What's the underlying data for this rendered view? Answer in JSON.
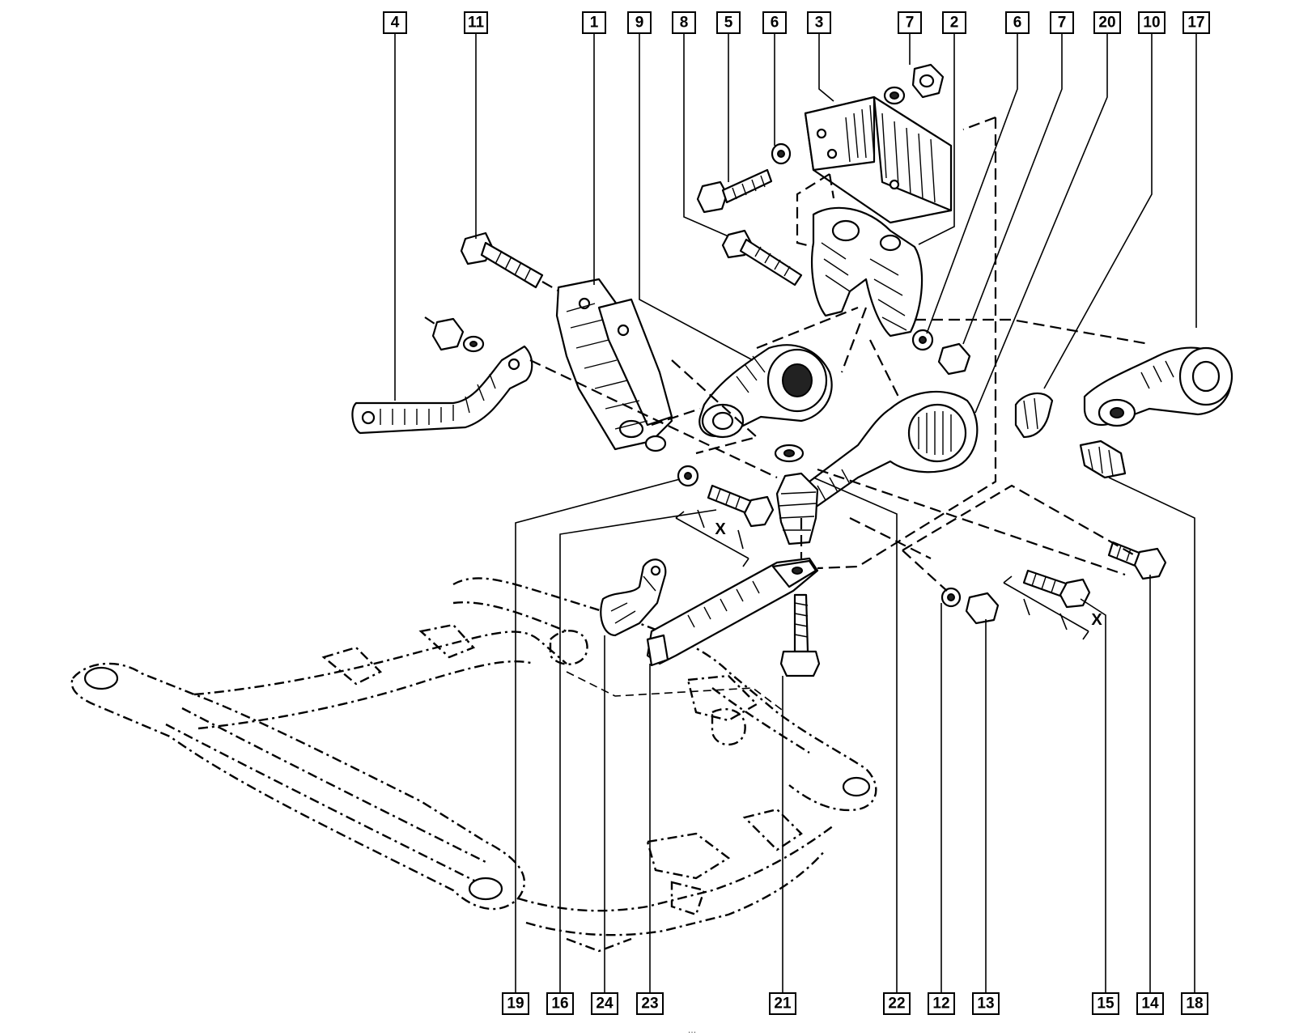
{
  "diagram": {
    "callouts_top": [
      "4",
      "11",
      "1",
      "9",
      "8",
      "5",
      "6",
      "3",
      "7",
      "2",
      "6",
      "7",
      "20",
      "10",
      "17"
    ],
    "callouts_bottom": [
      "19",
      "16",
      "24",
      "23",
      "21",
      "22",
      "12",
      "13",
      "15",
      "14",
      "18"
    ],
    "dimension_label": "X",
    "footer_caption": "…"
  }
}
